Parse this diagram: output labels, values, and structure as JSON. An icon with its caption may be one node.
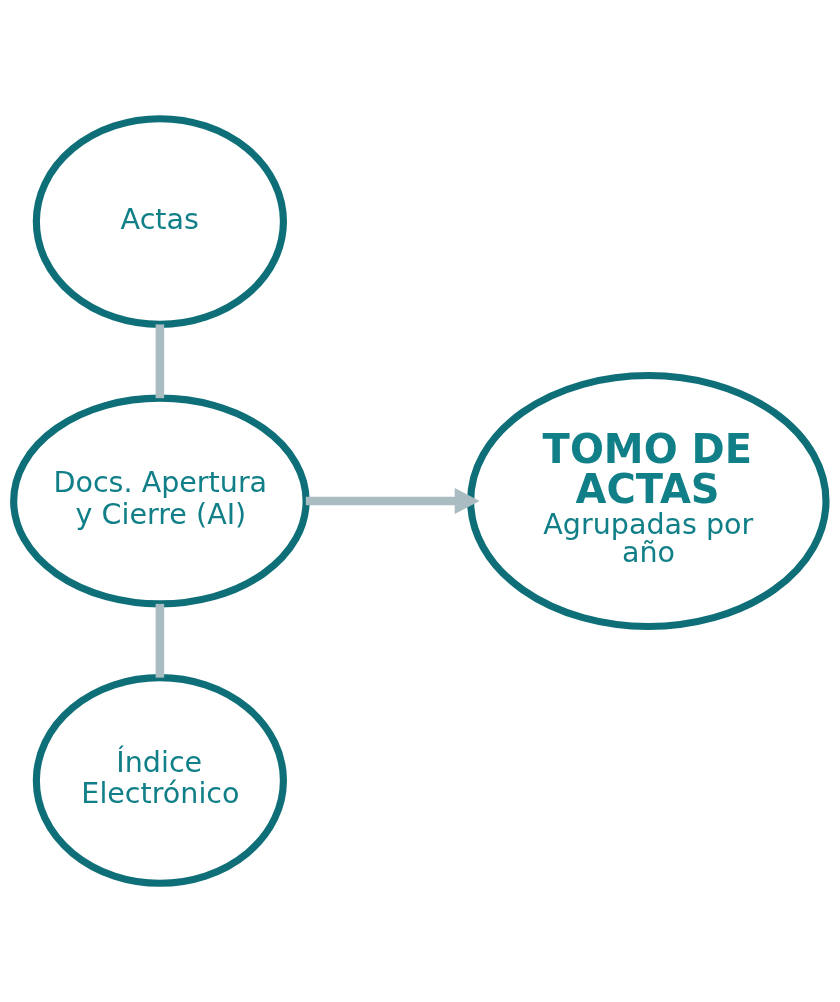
{
  "diagram": {
    "nodes": [
      {
        "text": [
          "Actas"
        ]
      },
      {
        "text": [
          "Docs. Apertura y Cierre (AI)"
        ]
      },
      {
        "text": [
          "Índice Electrónico"
        ]
      },
      {
        "text": [
          "TOMO DE ACTAS",
          "Agrupadas por año"
        ]
      }
    ],
    "edges": [
      {
        "from": 0,
        "to": 1,
        "arrow": "none"
      },
      {
        "from": 1,
        "to": 2,
        "arrow": "none"
      },
      {
        "from": 1,
        "to": 3,
        "arrow": "to"
      }
    ]
  }
}
